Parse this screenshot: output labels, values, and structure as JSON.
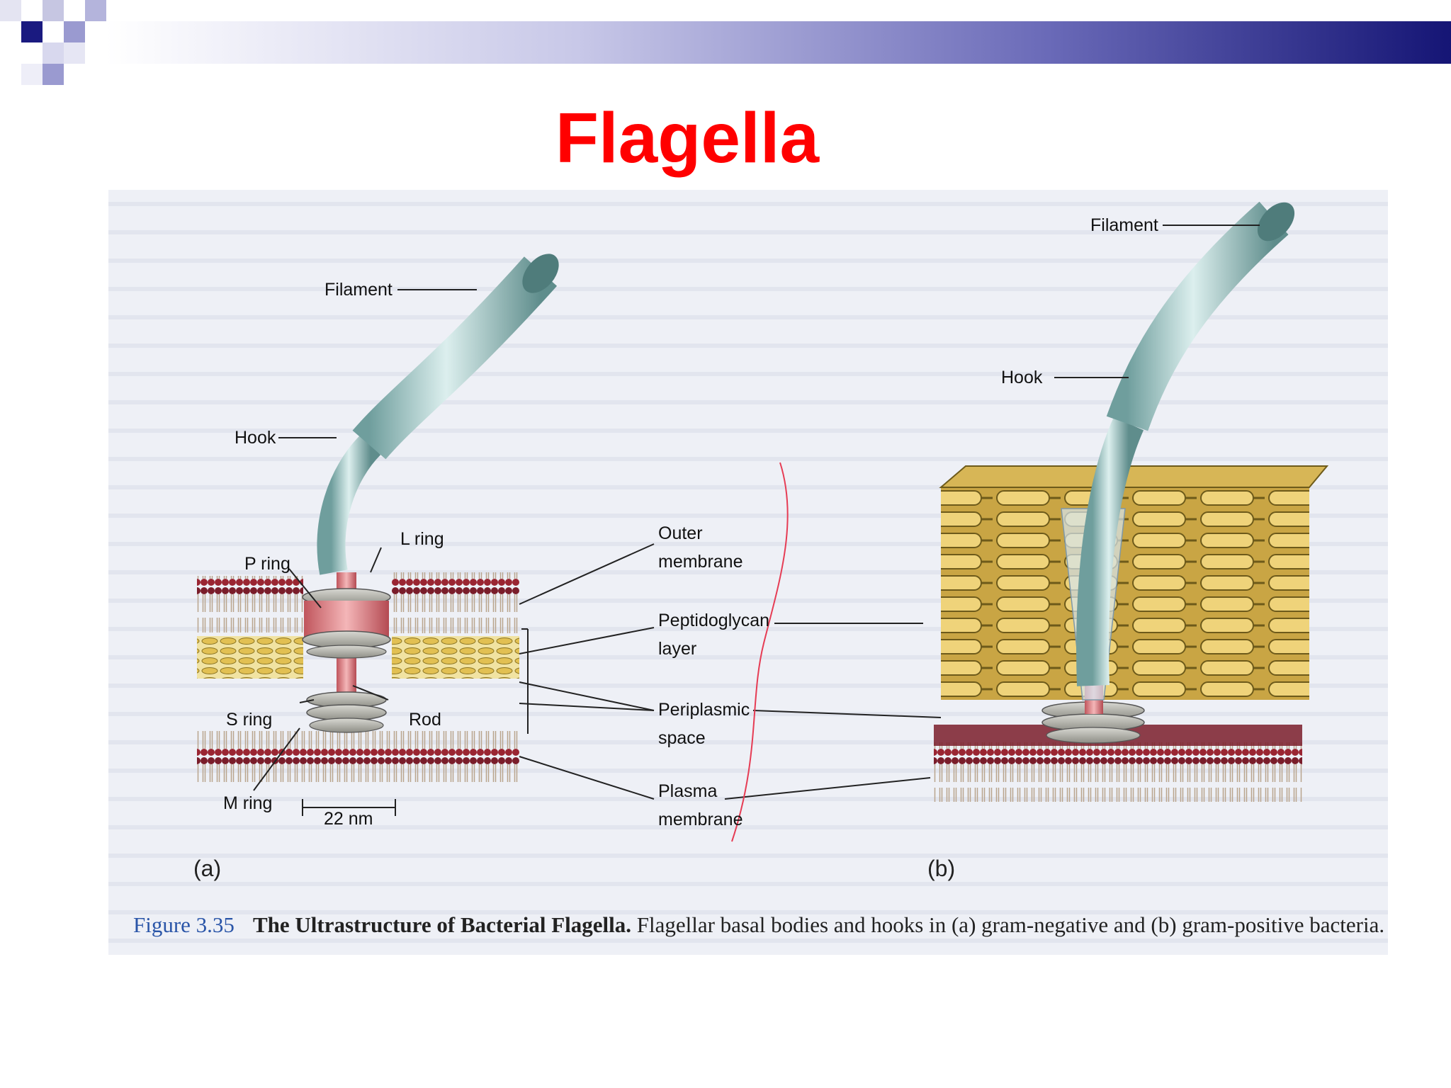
{
  "slide": {
    "title": "Flagella"
  },
  "figure": {
    "labels_a": {
      "filament": "Filament",
      "hook": "Hook",
      "l_ring": "L ring",
      "p_ring": "P ring",
      "s_ring": "S ring",
      "rod": "Rod",
      "m_ring": "M ring",
      "scale": "22 nm"
    },
    "labels_mid": {
      "outer_membrane_1": "Outer",
      "outer_membrane_2": "membrane",
      "peptidoglycan_1": "Peptidoglycan",
      "peptidoglycan_2": "layer",
      "periplasmic_1": "Periplasmic",
      "periplasmic_2": "space",
      "plasma_1": "Plasma",
      "plasma_2": "membrane"
    },
    "labels_b": {
      "filament": "Filament",
      "hook": "Hook"
    },
    "panel_a": "(a)",
    "panel_b": "(b)",
    "caption": {
      "number": "Figure 3.35",
      "title": "The Ultrastructure of Bacterial Flagella.",
      "text": "Flagellar basal bodies and hooks in (a) gram-negative and (b) gram-positive bacteria."
    }
  },
  "colors": {
    "title": "#ff0000",
    "header_dark": "#1a1a80",
    "filament": "#a9cdcc",
    "lipid_head": "#7a1d2a",
    "peptidoglycan": "#e8c860",
    "ring": "#b8b8b0",
    "rod": "#e08a8e"
  }
}
